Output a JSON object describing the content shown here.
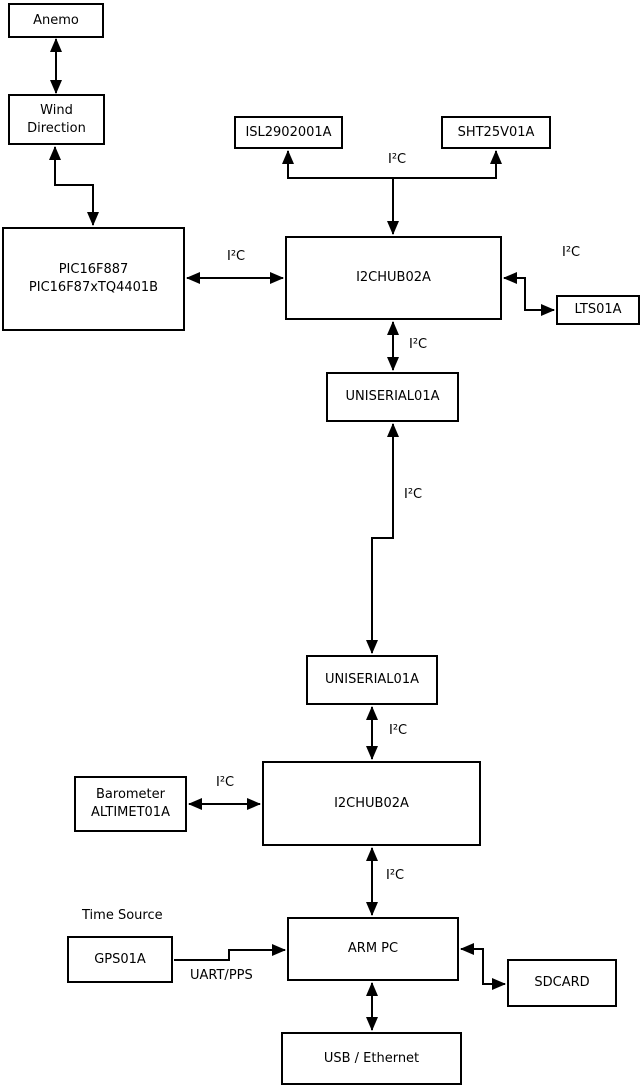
{
  "colors": {
    "line": "#000000",
    "background": "#ffffff",
    "box_fill": "#ffffff"
  },
  "nodes": {
    "anemo": {
      "label": "Anemo"
    },
    "wind": {
      "label": "Wind\nDirection"
    },
    "pic": {
      "label": "PIC16F887\nPIC16F87xTQ4401B"
    },
    "isl": {
      "label": "ISL2902001A"
    },
    "sht": {
      "label": "SHT25V01A"
    },
    "hub1": {
      "label": "I2CHUB02A"
    },
    "lts": {
      "label": "LTS01A"
    },
    "uniserial1": {
      "label": "UNISERIAL01A"
    },
    "uniserial2": {
      "label": "UNISERIAL01A"
    },
    "hub2": {
      "label": "I2CHUB02A"
    },
    "barometer": {
      "label": "Barometer\nALTIMET01A"
    },
    "gps": {
      "label": "GPS01A"
    },
    "armpc": {
      "label": "ARM PC"
    },
    "sdcard": {
      "label": "SDCARD"
    },
    "usb": {
      "label": "USB / Ethernet"
    }
  },
  "edge_labels": {
    "pic_hub1": "I²C",
    "sensors_hub1": "I²C",
    "hub1_lts": "I²C",
    "hub1_uniserial1": "I²C",
    "uniserial_link": "I²C",
    "uniserial2_hub2": "I²C",
    "barometer_hub2": "I²C",
    "hub2_armpc": "I²C",
    "gps_armpc": "UART/PPS",
    "time_source": "Time Source"
  }
}
